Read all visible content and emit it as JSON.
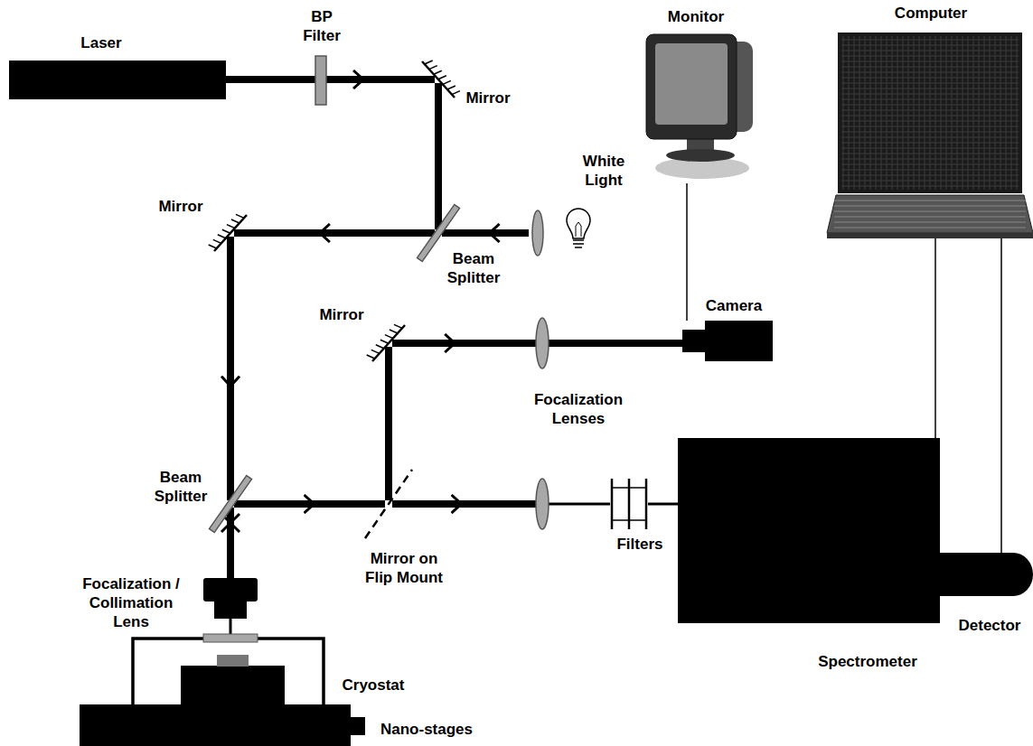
{
  "diagram": {
    "nodes": [
      {
        "text": [
          "Laser"
        ]
      },
      {
        "text": [
          "BP Filter"
        ]
      },
      {
        "text": [
          "Monitor"
        ]
      },
      {
        "text": [
          "Computer"
        ]
      },
      {
        "text": [
          "Mirror"
        ]
      },
      {
        "text": [
          "White Light"
        ]
      },
      {
        "text": [
          "Mirror"
        ]
      },
      {
        "text": [
          "Beam Splitter"
        ]
      },
      {
        "text": [
          "Mirror"
        ]
      },
      {
        "text": [
          "Camera"
        ]
      },
      {
        "text": [
          "Focalization Lenses"
        ]
      },
      {
        "text": [
          "Beam Splitter"
        ]
      },
      {
        "text": [
          "Mirror on Flip Mount"
        ]
      },
      {
        "text": [
          "Filters"
        ]
      },
      {
        "text": [
          "Spectrometer"
        ]
      },
      {
        "text": [
          "Detector"
        ]
      },
      {
        "text": [
          "Focalization / Collimation Lens"
        ]
      },
      {
        "text": [
          "Cryostat"
        ]
      },
      {
        "text": [
          "Nano-stages"
        ]
      }
    ],
    "edges": [
      {
        "from": 0,
        "to": 1,
        "arrow": "none"
      },
      {
        "from": 1,
        "to": 4,
        "arrow": "to"
      },
      {
        "from": 4,
        "to": 7,
        "arrow": "none"
      },
      {
        "from": 5,
        "to": 7,
        "arrow": "to"
      },
      {
        "from": 7,
        "to": 6,
        "arrow": "to"
      },
      {
        "from": 6,
        "to": 11,
        "arrow": "to"
      },
      {
        "from": 11,
        "to": 16,
        "arrow": "none"
      },
      {
        "from": 11,
        "to": 12,
        "arrow": "to"
      },
      {
        "from": 12,
        "to": 10,
        "arrow": "to"
      },
      {
        "from": 10,
        "to": 13,
        "arrow": "none"
      },
      {
        "from": 13,
        "to": 14,
        "arrow": "none"
      },
      {
        "from": 12,
        "to": 8,
        "arrow": "none"
      },
      {
        "from": 8,
        "to": 9,
        "arrow": "to"
      },
      {
        "from": 2,
        "to": 9,
        "arrow": "none"
      },
      {
        "from": 3,
        "to": 14,
        "arrow": "none"
      },
      {
        "from": 3,
        "to": 15,
        "arrow": "none"
      },
      {
        "from": 16,
        "to": 17,
        "arrow": "none"
      }
    ]
  }
}
